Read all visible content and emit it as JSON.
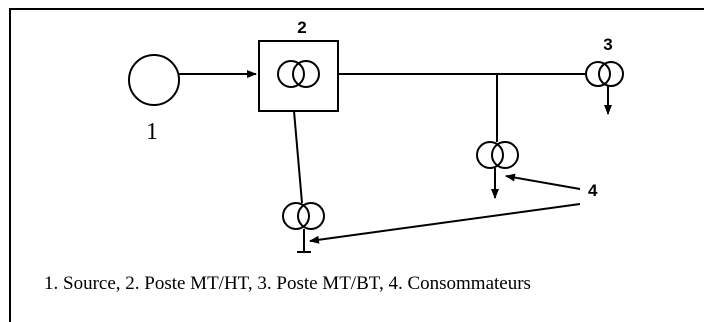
{
  "labels": {
    "source": "1",
    "poste_mt_ht": "2",
    "poste_mt_bt": "3",
    "consommateurs": "4"
  },
  "caption": "1. Source,  2. Poste MT/HT, 3. Poste MT/BT, 4. Consommateurs"
}
